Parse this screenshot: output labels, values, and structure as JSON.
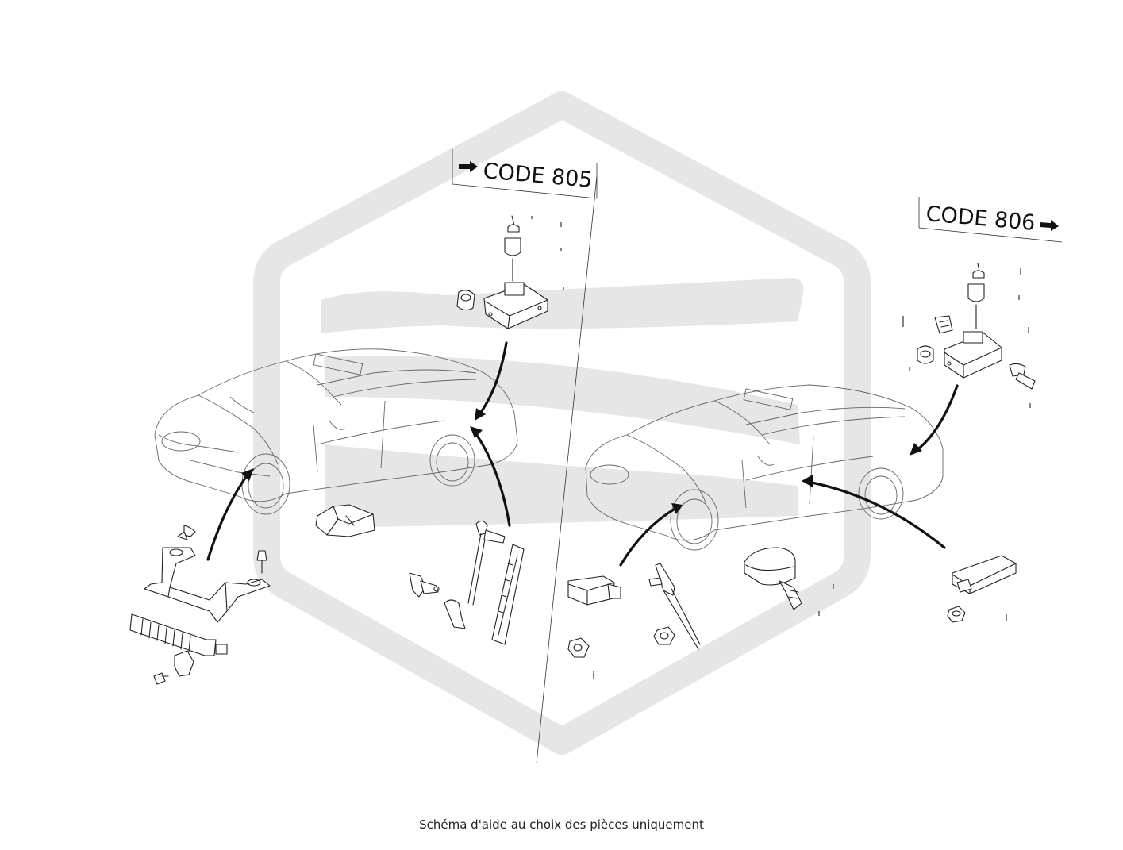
{
  "labels": {
    "code_805": "CODE 805",
    "code_806": "CODE 806"
  },
  "caption": "Schéma d'aide au choix des pièces uniquement",
  "colors": {
    "line": "#222222",
    "watermark": "#e6e6e6",
    "background": "#ffffff"
  },
  "icons": {
    "arrow_805": "right-arrow",
    "arrow_806": "right-arrow"
  }
}
